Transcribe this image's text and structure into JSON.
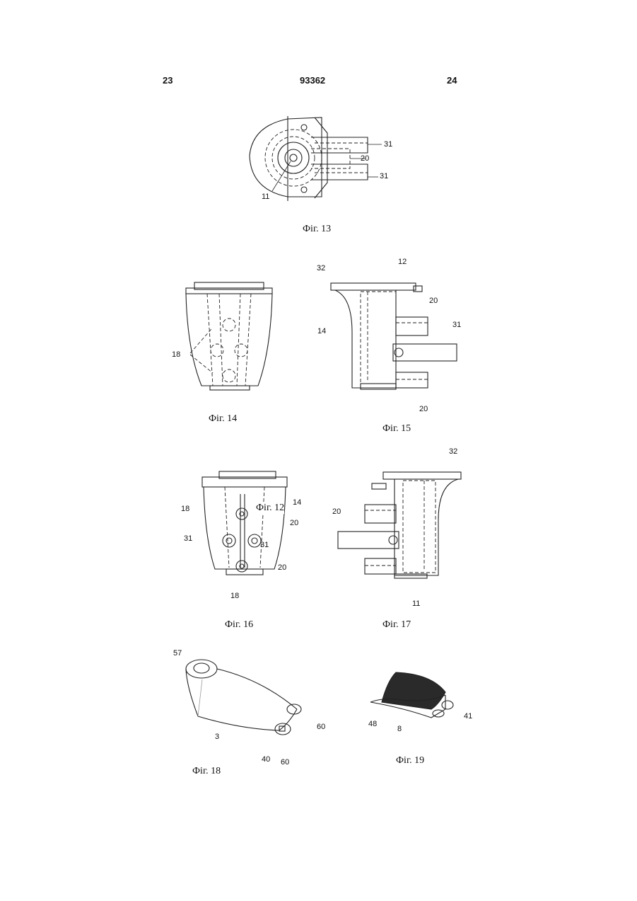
{
  "header": {
    "left": "23",
    "center": "93362",
    "right": "24"
  },
  "captions": {
    "fig13": "Фіг. 13",
    "fig14": "Фіг. 14",
    "fig15": "Фіг. 15",
    "fig16": "Фіг. 16",
    "fig17": "Фіг. 17",
    "fig18": "Фіг. 18",
    "fig19": "Фіг. 19",
    "fig12": "Фіг. 12"
  },
  "labels": {
    "f13": [
      "31",
      "20",
      "31",
      "11"
    ],
    "f14": [
      "18"
    ],
    "f15": [
      "32",
      "12",
      "20",
      "31",
      "14",
      "20"
    ],
    "f16": [
      "18",
      "14",
      "20",
      "31",
      "31",
      "20",
      "18"
    ],
    "f17": [
      "32",
      "20",
      "11"
    ],
    "f18": [
      "57",
      "60",
      "3",
      "40",
      "60"
    ],
    "f19": [
      "48",
      "8",
      "41"
    ]
  }
}
